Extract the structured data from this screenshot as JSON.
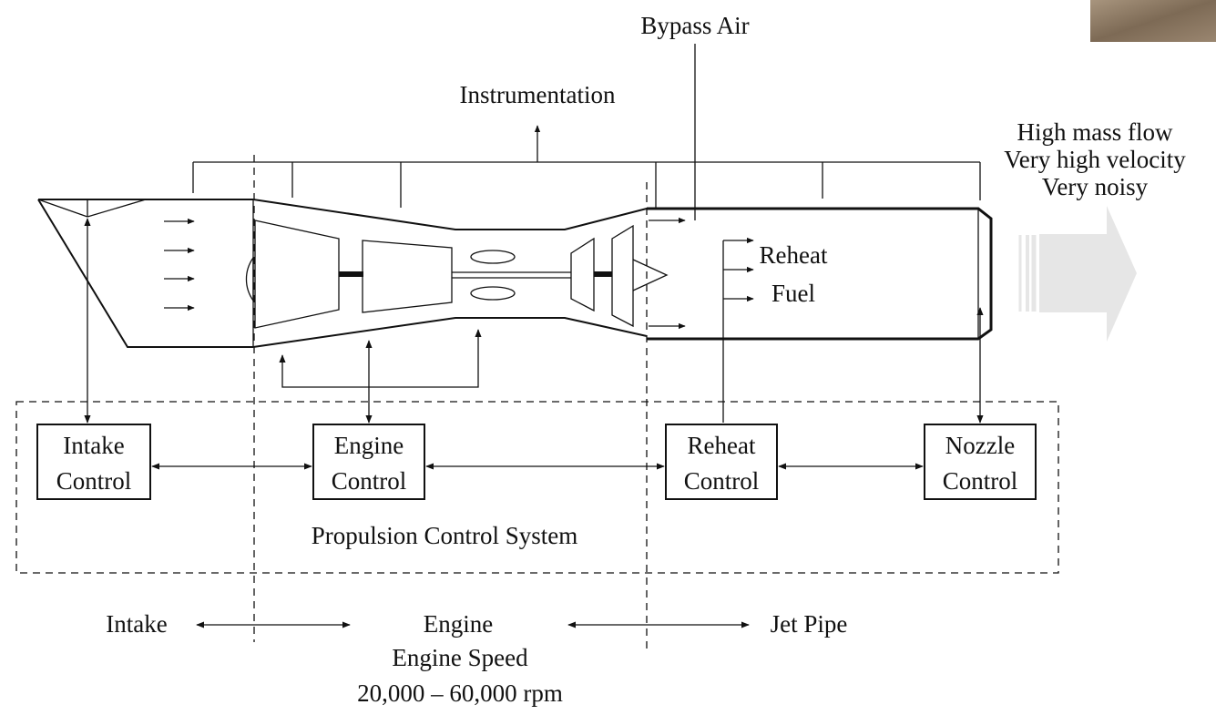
{
  "labels": {
    "bypass_air": "Bypass Air",
    "instrumentation": "Instrumentation",
    "exhaust_line1": "High mass flow",
    "exhaust_line2": "Very high velocity",
    "exhaust_line3": "Very noisy",
    "reheat_fuel_line1": "Reheat",
    "reheat_fuel_line2": "Fuel",
    "propulsion_control_system": "Propulsion Control System",
    "region_intake": "Intake",
    "region_engine": "Engine",
    "engine_speed": "Engine Speed",
    "engine_speed_range": "20,000 – 60,000 rpm",
    "region_jet_pipe": "Jet Pipe"
  },
  "controls": {
    "intake": [
      "Intake",
      "Control"
    ],
    "engine": [
      "Engine",
      "Control"
    ],
    "reheat": [
      "Reheat",
      "Control"
    ],
    "nozzle": [
      "Nozzle",
      "Control"
    ]
  },
  "colors": {
    "ink": "#111111",
    "exhaust_arrow": "#e6e6e6",
    "photo_corner": "#8c7a66"
  }
}
